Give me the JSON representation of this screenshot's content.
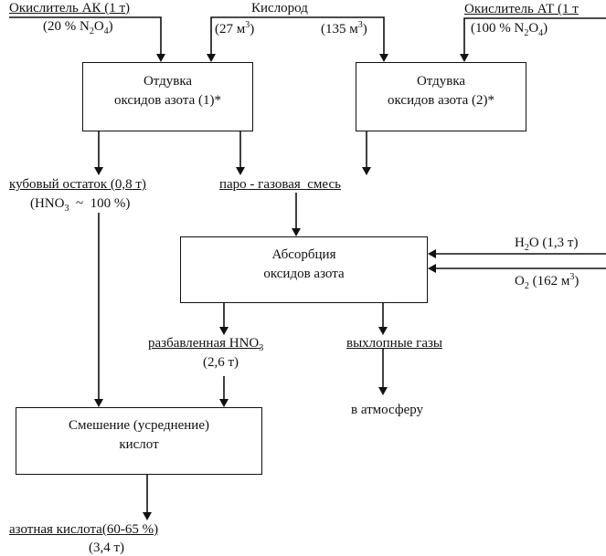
{
  "inputs": {
    "oxidizer_ak": {
      "label": "Окислитель АК (1 т)",
      "detail_pre": "(20 % N",
      "detail_sub1": "2",
      "detail_mid": "O",
      "detail_sub2": "4",
      "detail_post": ")"
    },
    "oxygen": {
      "label": "Кислород",
      "left_amount_pre": "(27 м",
      "left_amount_sup": "3",
      "left_amount_post": ")",
      "right_amount_pre": "(135 м",
      "right_amount_sup": "3",
      "right_amount_post": ")"
    },
    "oxidizer_at": {
      "label": "Окислитель АТ (1 т",
      "detail_pre": "(100 % N",
      "detail_sub1": "2",
      "detail_mid": "O",
      "detail_sub2": "4",
      "detail_post": ")"
    },
    "water": {
      "pre": "H",
      "sub": "2",
      "post": "O (1,3 т)"
    },
    "o2": {
      "pre": "O",
      "sub": "2",
      "post": " (162 м",
      "sup": "3",
      "end": ")"
    }
  },
  "processes": {
    "stripping1": {
      "line1": "Отдувка",
      "line2": "оксидов азота (1)*"
    },
    "stripping2": {
      "line1": "Отдувка",
      "line2": "оксидов азота (2)*"
    },
    "absorption": {
      "line1": "Абсорбция",
      "line2": "оксидов азота"
    },
    "mixing": {
      "line1": "Смешение (усреднение)",
      "line2": "кислот"
    }
  },
  "streams": {
    "bottoms": {
      "label": "кубовый остаток (0,8 т)",
      "detail_pre": "(HNO",
      "detail_sub": "3",
      "detail_post": "  ~  100 %)"
    },
    "vapor_gas": {
      "label": "паро - газовая  смесь"
    },
    "dilute_acid": {
      "label_pre": "разбавленная HNO",
      "label_sub": "3",
      "amount": "(2,6 т)"
    },
    "exhaust": {
      "label": "выхлопные газы",
      "destination": "в атмосферу"
    },
    "product": {
      "label": "азотная кислота(60-65 %)",
      "amount": "(3,4 т)"
    }
  }
}
